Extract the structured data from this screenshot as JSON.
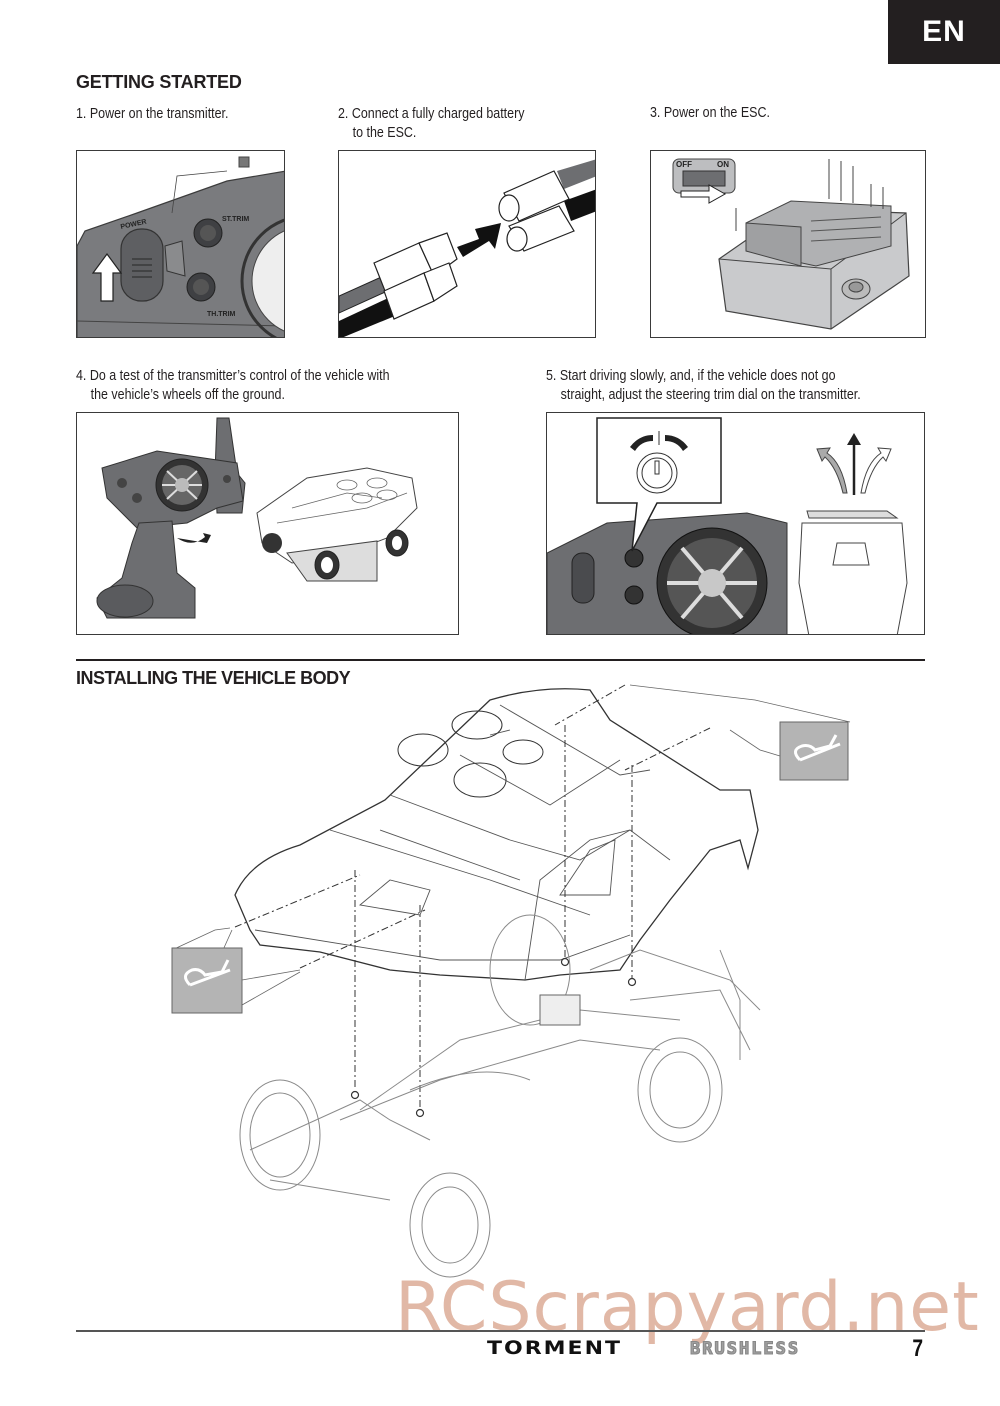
{
  "header": {
    "language_tab": "EN"
  },
  "getting_started": {
    "title": "GETTING STARTED",
    "steps": [
      {
        "number": "1.",
        "text": "Power on the transmitter.",
        "continuation": ""
      },
      {
        "number": "2.",
        "text": "Connect a fully charged battery",
        "continuation": "to the ESC."
      },
      {
        "number": "3.",
        "text": "Power on the ESC.",
        "continuation": ""
      },
      {
        "number": "4.",
        "text": "Do a test of the transmitter’s control of the vehicle with",
        "continuation": "the vehicle’s wheels off the ground."
      },
      {
        "number": "5.",
        "text": "Start driving slowly, and, if the vehicle does not go",
        "continuation": "straight, adjust the steering trim dial on the transmitter."
      }
    ],
    "illustration_labels": {
      "power": "POWER",
      "st_trim": "ST.TRIM",
      "th_trim": "TH.TRIM",
      "switch_off": "OFF",
      "switch_on": "ON"
    }
  },
  "installing_body": {
    "title": "INSTALLING THE VEHICLE BODY"
  },
  "footer": {
    "brand": "TORMENT",
    "brand_sub": "BRUSHLESS",
    "page_number": "7"
  },
  "watermark": {
    "text": "RCScrapyard.net"
  },
  "colors": {
    "tab_bg": "#231f20",
    "transmitter_gray": "#6d6e71",
    "callout_gray": "#b4b4b4",
    "watermark": "#ce8c70"
  }
}
